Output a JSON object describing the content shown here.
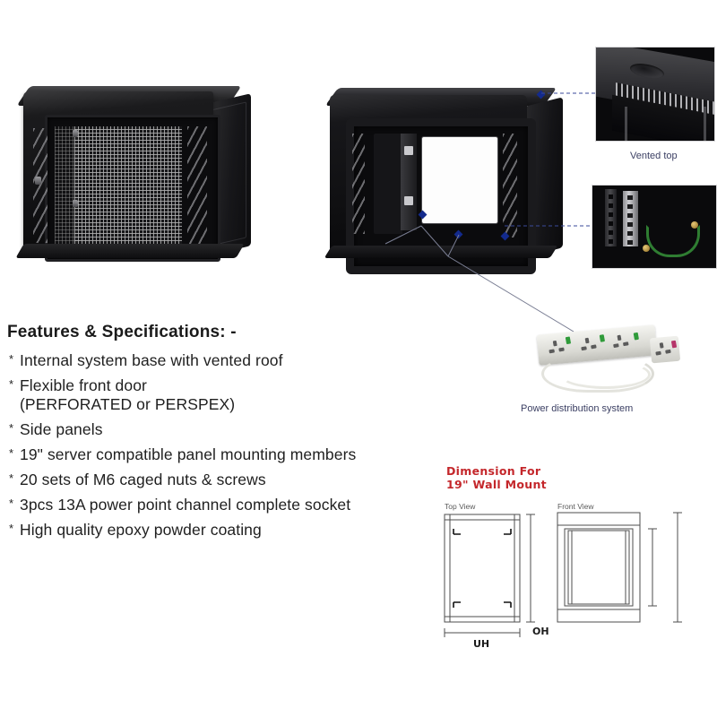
{
  "page": {
    "background_color": "#ffffff",
    "accent_red": "#c4272b",
    "callout_blue": "#132a8c"
  },
  "product_images": {
    "main_photo": {
      "name": "19-inch wall mount network cabinet, perforated mesh front door, closed",
      "alt": "black wall mount rack cabinet front-left three-quarter view"
    },
    "cutaway_photo": {
      "name": "wall mount cabinet with door open showing 19 inch mounting rails",
      "alt": "black cabinet open front with internal panel mounting members"
    }
  },
  "callouts": [
    {
      "id": "vented-top",
      "label": "Vented top"
    },
    {
      "id": "earth-bond",
      "label": ""
    },
    {
      "id": "power-distribution",
      "label": "Power distribution system"
    }
  ],
  "insets": {
    "vented_top": {
      "caption": "Vented top",
      "alt": "close up of cabinet roof ventilation slots and cable entry knockout"
    },
    "earth_bonding": {
      "caption": "",
      "alt": "close up of mounting rail cage nut holes with green yellow earth bonding cable"
    },
    "power_strip": {
      "caption": "Power distribution system",
      "alt": "white 3 gang 13A power point channel socket with cable"
    }
  },
  "features": {
    "title": "Features & Specifications: -",
    "bullet_glyph": "*",
    "items": [
      "Internal system base with vented roof",
      "Flexible front door\n(PERFORATED or PERSPEX)",
      "Side panels",
      "19\" server compatible panel mounting members",
      "20 sets of M6 caged nuts & screws",
      "3pcs 13A power point channel complete socket",
      "High quality epoxy powder coating"
    ]
  },
  "dimension_diagram": {
    "title_line1": "Dimension For",
    "title_line2": "19\" Wall Mount",
    "views": [
      {
        "id": "top-view",
        "label": "Top View"
      },
      {
        "id": "front-view",
        "label": "Front View"
      }
    ],
    "dimension_labels": [
      {
        "id": "uh",
        "label": "UH"
      },
      {
        "id": "oh",
        "label": "OH"
      }
    ]
  }
}
